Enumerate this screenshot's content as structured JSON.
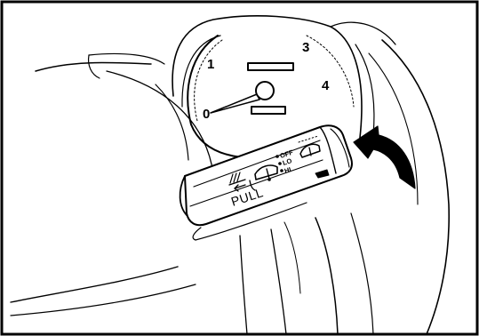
{
  "gauge": {
    "labels": [
      "0",
      "1",
      "3",
      "4"
    ]
  },
  "switch": {
    "pull_label": "PULL",
    "mode_labels": [
      "OFF",
      "LO",
      "HI"
    ]
  }
}
